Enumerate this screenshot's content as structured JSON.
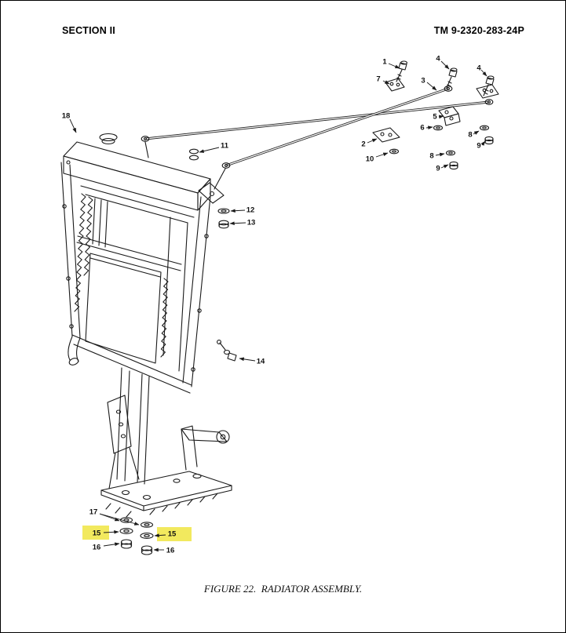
{
  "header": {
    "section": "SECTION II",
    "tm_number": "TM 9-2320-283-24P"
  },
  "figure": {
    "caption": "FIGURE 22.  RADIATOR ASSEMBLY.",
    "highlight_color": "#f2e95e",
    "callouts": [
      {
        "label": "1",
        "highlighted": false
      },
      {
        "label": "7",
        "highlighted": false
      },
      {
        "label": "3",
        "highlighted": false
      },
      {
        "label": "4",
        "highlighted": false
      },
      {
        "label": "4",
        "highlighted": false
      },
      {
        "label": "5",
        "highlighted": false
      },
      {
        "label": "6",
        "highlighted": false
      },
      {
        "label": "2",
        "highlighted": false
      },
      {
        "label": "10",
        "highlighted": false
      },
      {
        "label": "8",
        "highlighted": false
      },
      {
        "label": "9",
        "highlighted": false
      },
      {
        "label": "8",
        "highlighted": false
      },
      {
        "label": "9",
        "highlighted": false
      },
      {
        "label": "11",
        "highlighted": false
      },
      {
        "label": "12",
        "highlighted": false
      },
      {
        "label": "13",
        "highlighted": false
      },
      {
        "label": "14",
        "highlighted": false
      },
      {
        "label": "17",
        "highlighted": false
      },
      {
        "label": "15",
        "highlighted": true
      },
      {
        "label": "15",
        "highlighted": true
      },
      {
        "label": "16",
        "highlighted": false
      },
      {
        "label": "16",
        "highlighted": false
      },
      {
        "label": "18",
        "highlighted": false
      }
    ]
  }
}
